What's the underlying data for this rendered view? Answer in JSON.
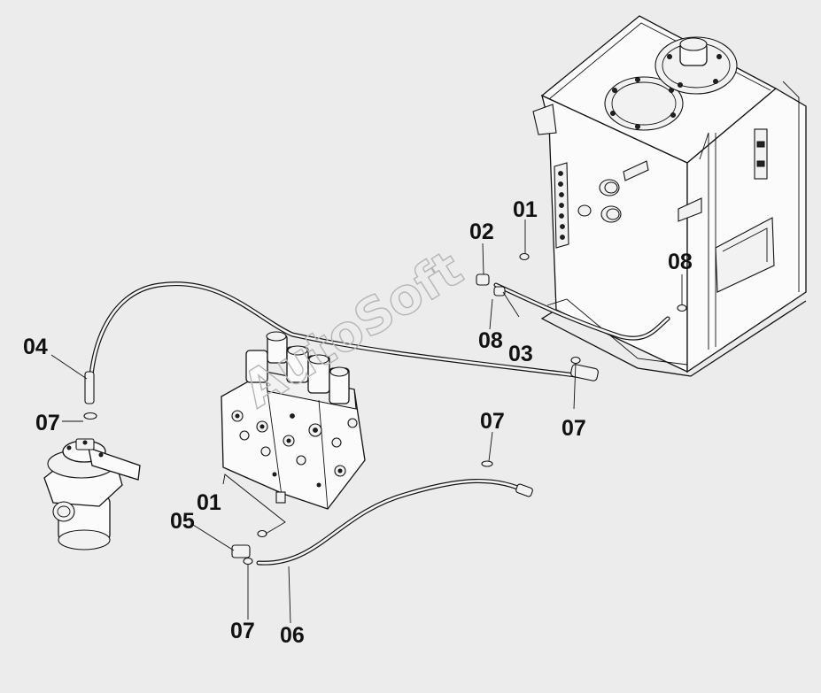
{
  "watermark": "AutoSoft",
  "callouts": [
    {
      "id": "c-01-top",
      "text": "01"
    },
    {
      "id": "c-02",
      "text": "02"
    },
    {
      "id": "c-03",
      "text": "03"
    },
    {
      "id": "c-08-mid",
      "text": "08"
    },
    {
      "id": "c-08-right",
      "text": "08"
    },
    {
      "id": "c-04",
      "text": "04"
    },
    {
      "id": "c-07-left",
      "text": "07"
    },
    {
      "id": "c-07-right",
      "text": "07"
    },
    {
      "id": "c-07-mid",
      "text": "07"
    },
    {
      "id": "c-01-bottom",
      "text": "01"
    },
    {
      "id": "c-05",
      "text": "05"
    },
    {
      "id": "c-07-bottom",
      "text": "07"
    },
    {
      "id": "c-06",
      "text": "06"
    }
  ]
}
